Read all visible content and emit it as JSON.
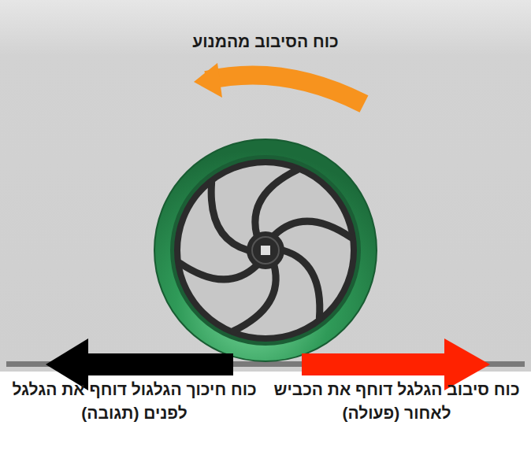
{
  "diagram": {
    "labels": [
      "כוח הסיבוב מהמנוע",
      "כוח חיכוך הגלגול דוחף את הגלגל לפנים (תגובה)",
      "כוח סיבוב הגלגל דוחף את הכביש לאחור (פעולה)"
    ]
  }
}
